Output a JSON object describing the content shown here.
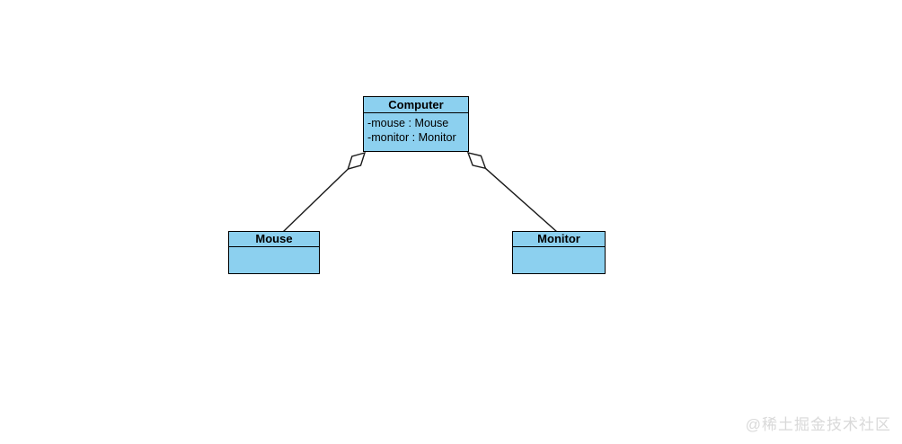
{
  "diagram": {
    "type": "uml-class-diagram",
    "nodes": [
      {
        "id": "computer",
        "title": "Computer",
        "attributes": [
          "-mouse : Mouse",
          "-monitor : Monitor"
        ]
      },
      {
        "id": "mouse",
        "title": "Mouse",
        "attributes": []
      },
      {
        "id": "monitor",
        "title": "Monitor",
        "attributes": []
      }
    ],
    "edges": [
      {
        "from": "Computer",
        "to": "Mouse",
        "type": "aggregation",
        "diamond_at": "Computer"
      },
      {
        "from": "Computer",
        "to": "Monitor",
        "type": "aggregation",
        "diamond_at": "Computer"
      }
    ]
  },
  "watermark": {
    "text": "@稀土掘金技术社区"
  },
  "colors": {
    "node_fill": "#8CD0EF",
    "node_border": "#000000",
    "connector": "#1a1a1a",
    "background": "#ffffff",
    "watermark_text": "#d9d9d9"
  }
}
